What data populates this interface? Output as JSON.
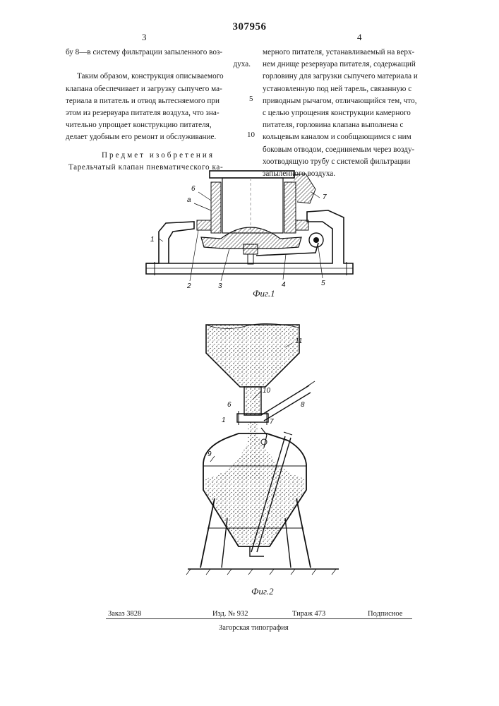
{
  "header": {
    "patent_number": "307956",
    "left_page": "3",
    "right_page": "4"
  },
  "left_column": [
    "бу 8—в систему фильтрации запыленного воз-",
    "духа.",
    "Таким образом, конструкция описываемого",
    "клапана обеспечивает и загрузку сыпучего ма-",
    "териала в питатель и отвод вытесняемого при",
    "этом из резервуара питателя воздуха, что зна-",
    "чительно упрощает конструкцию питателя,",
    "делает удобным его ремонт и обслуживание.",
    "",
    "Предмет изобретения",
    "Тарельчатый клапан пневматического ка-"
  ],
  "right_column": [
    "мерного питателя, устанавливаемый на верх-",
    "нем днище резервуара питателя, содержащий",
    "горловину для загрузки сыпучего материала и",
    "установленную под ней тарель, связанную с",
    "приводным рычагом, отличающийся тем, что,",
    "с целью упрощения конструкции камерного",
    "питателя, горловина клапана выполнена с",
    "кольцевым каналом и сообщающимся с ним",
    "боковым отводом, соединяемым через возду-",
    "хоотводящую трубу с системой фильтрации",
    "запыленного воздуха."
  ],
  "line_numbers": [
    "5",
    "10"
  ],
  "figure1": {
    "caption": "Фиг.1",
    "labels": [
      "6",
      "а",
      "1",
      "2",
      "3",
      "4",
      "5",
      "7"
    ]
  },
  "figure2": {
    "caption": "Фиг.2",
    "labels": [
      "11",
      "10",
      "8",
      "6",
      "1",
      "7",
      "9"
    ]
  },
  "footer": {
    "order": "Заказ 3828",
    "edition": "Изд. № 932",
    "print_run": "Тираж 473",
    "subscription": "Подписное",
    "printer": "Загорская типография"
  }
}
